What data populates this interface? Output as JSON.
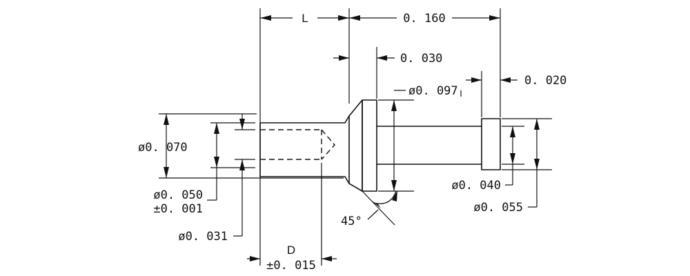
{
  "dimensions": {
    "L": "L",
    "len_0160": "0. 160",
    "len_0030": "0. 030",
    "len_0020": "0. 020",
    "dia_0097": "ø0. 097",
    "dia_0070": "ø0. 070",
    "dia_0050": "ø0. 050",
    "tol_0001": "±0. 001",
    "dia_0031": "ø0. 031",
    "dia_0040": "ø0. 040",
    "dia_0055": "ø0. 055",
    "angle_45": "45°",
    "D": "D",
    "tol_0015": "±0. 015"
  }
}
